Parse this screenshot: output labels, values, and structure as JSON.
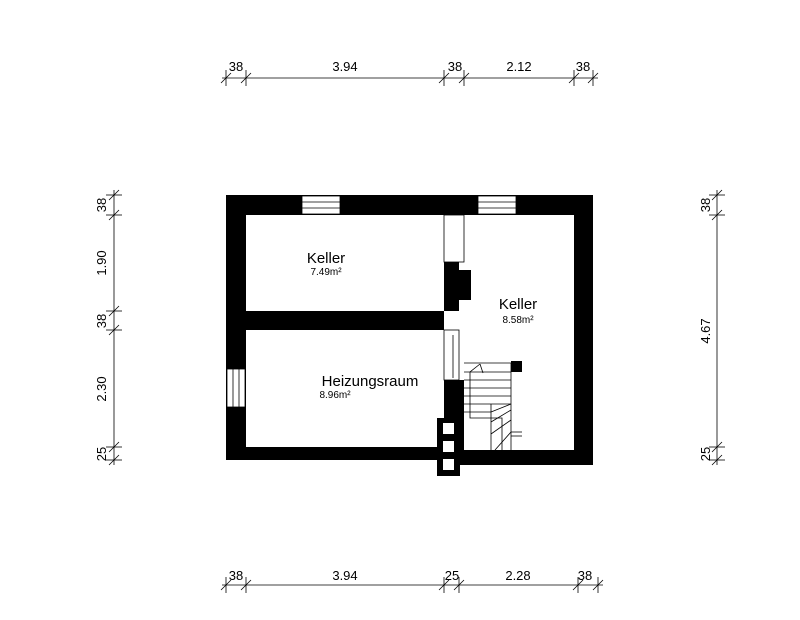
{
  "rooms": {
    "keller_top_left": {
      "name": "Keller",
      "area": "7.49m²"
    },
    "keller_right": {
      "name": "Keller",
      "area": "8.58m²"
    },
    "heizungsraum": {
      "name": "Heizungsraum",
      "area": "8.96m²"
    }
  },
  "dimensions": {
    "top": [
      "38",
      "3.94",
      "38",
      "2.12",
      "38"
    ],
    "bottom": [
      "38",
      "3.94",
      "25",
      "2.28",
      "38"
    ],
    "left": [
      "38",
      "1.90",
      "38",
      "2.30",
      "25"
    ],
    "right": [
      "38",
      "4.67",
      "25"
    ]
  }
}
